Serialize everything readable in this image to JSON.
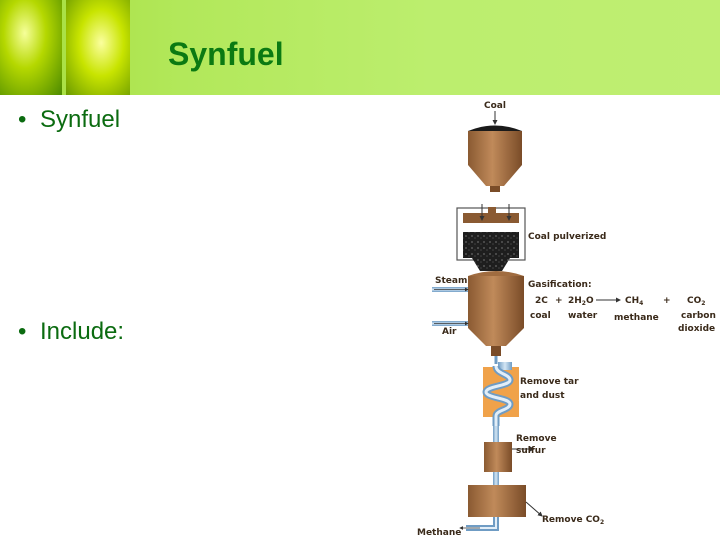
{
  "title": "Synfuel",
  "bullets": [
    {
      "symbol": "•",
      "text": "Synfuel"
    },
    {
      "symbol": "•",
      "text": "Include:"
    }
  ],
  "diagram": {
    "coal": "Coal",
    "coal_pulverized": "Coal pulverized",
    "steam": "Steam",
    "air": "Air",
    "gasification": "Gasification:",
    "eq_2c": "2C",
    "plus1": "+",
    "eq_2h2o": "2H",
    "eq_2h2o_sub": "2",
    "eq_2h2o_end": "O",
    "eq_ch4": "CH",
    "eq_ch4_sub": "4",
    "plus2": "+",
    "eq_co2": "CO",
    "eq_co2_sub": "2",
    "coal_word": "coal",
    "water_word": "water",
    "methane_word": "methane",
    "carbon_word": "carbon",
    "dioxide_word": "dioxide",
    "remove_tar_1": "Remove tar",
    "remove_tar_2": "and dust",
    "remove_sulfur_1": "Remove",
    "remove_sulfur_2": "sulfur",
    "remove_co2": "Remove CO",
    "remove_co2_sub": "2",
    "methane": "Methane"
  }
}
